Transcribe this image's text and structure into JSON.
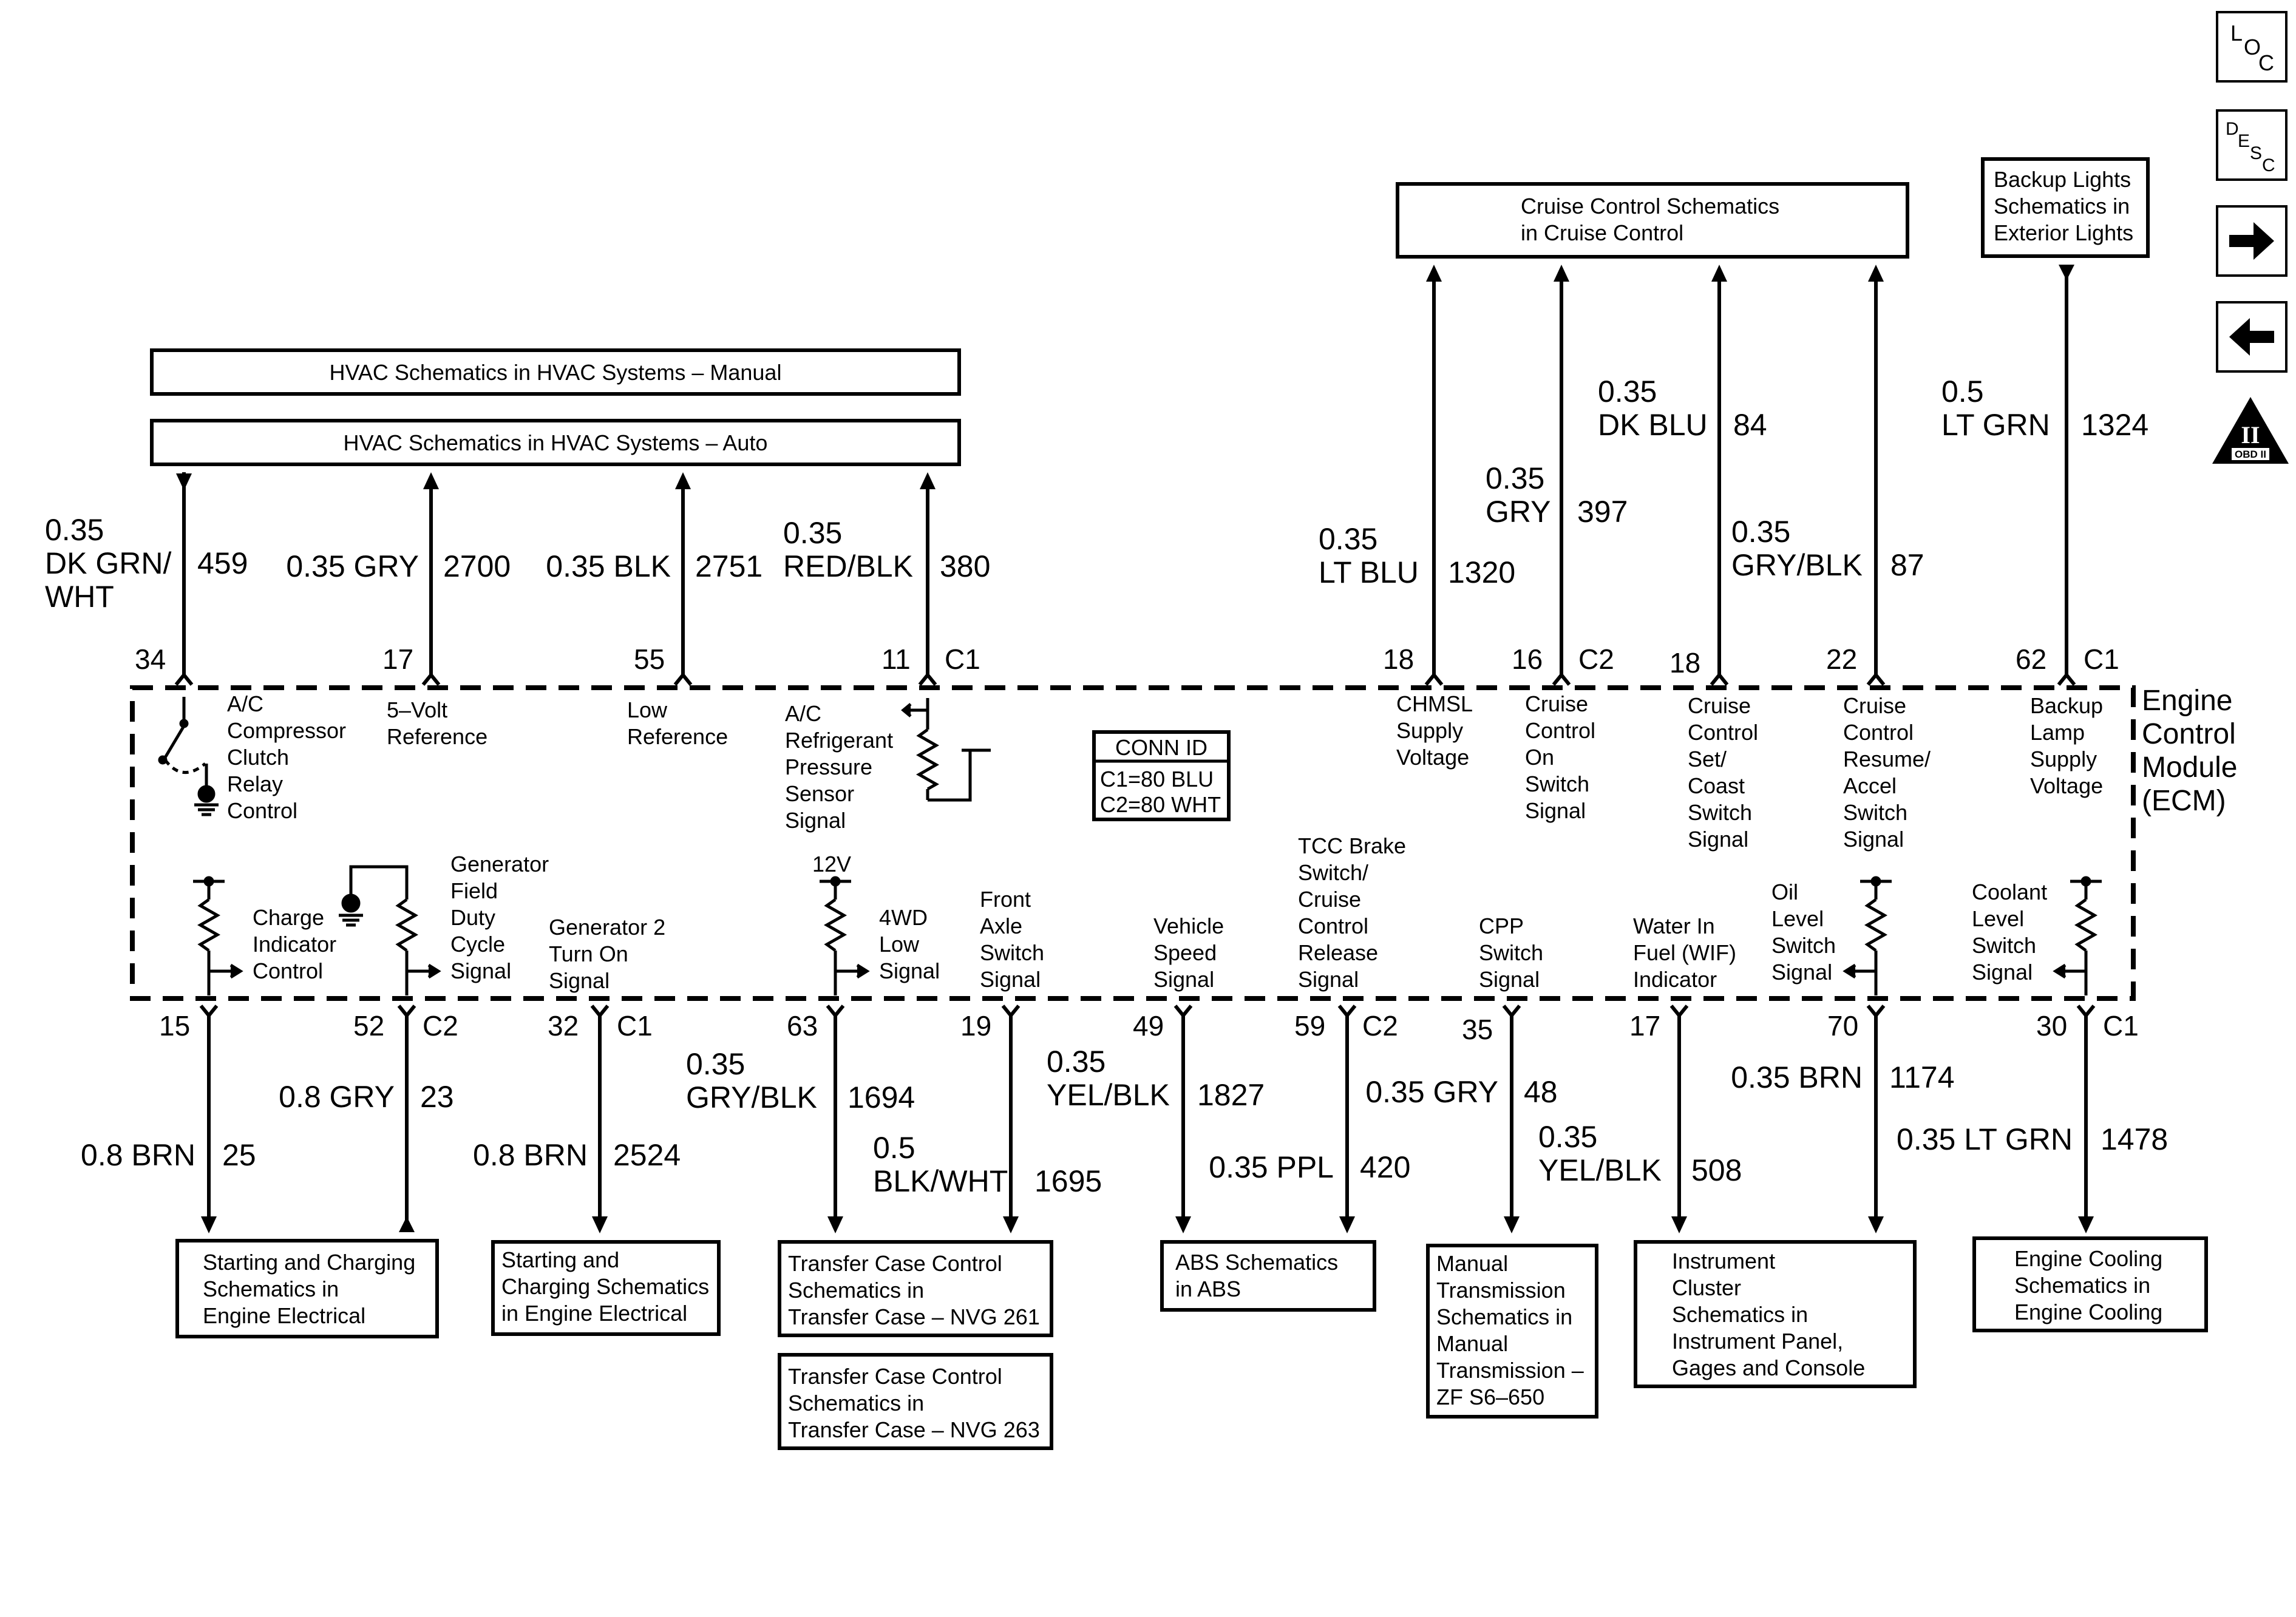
{
  "hvac_manual_box": [
    "HVAC Schematics in HVAC Systems – Manual"
  ],
  "hvac_auto_box": [
    "HVAC Schematics in HVAC Systems – Auto"
  ],
  "cruise_box": [
    "Cruise Control Schematics",
    "in Cruise Control"
  ],
  "backup_box": [
    "Backup Lights",
    "Schematics in",
    "Exterior Lights"
  ],
  "bottom_boxes": [
    [
      "Starting and Charging",
      "Schematics in",
      "Engine Electrical"
    ],
    [
      "Starting and",
      "Charging Schematics",
      "in Engine Electrical"
    ],
    [
      "Transfer Case Control",
      "Schematics in",
      "Transfer Case – NVG 261"
    ],
    [
      "Transfer Case Control",
      "Schematics in",
      "Transfer Case – NVG 263"
    ],
    [
      "ABS Schematics",
      "in ABS"
    ],
    [
      "Manual",
      "Transmission",
      "Schematics in",
      "Manual",
      "Transmission –",
      "ZF S6–650"
    ],
    [
      "Instrument",
      "Cluster",
      "Schematics in",
      "Instrument Panel,",
      "Gages and Console"
    ],
    [
      "Engine Cooling",
      "Schematics in",
      "Engine Cooling"
    ]
  ],
  "ecm_label": [
    "Engine",
    "Control",
    "Module",
    "(ECM)"
  ],
  "conn_id": {
    "title": "CONN ID",
    "lines": [
      "C1=80 BLU",
      "C2=80 WHT"
    ]
  },
  "top_wires": [
    {
      "pin": "34",
      "gauge_color": [
        "0.35",
        "DK GRN/",
        "WHT"
      ],
      "circuit": "459",
      "function": [
        "A/C",
        "Compressor",
        "Clutch",
        "Relay",
        "Control"
      ]
    },
    {
      "pin": "17",
      "gauge_color": [
        "0.35 GRY"
      ],
      "circuit": "2700",
      "function": [
        "5–Volt",
        "Reference"
      ]
    },
    {
      "pin": "55",
      "gauge_color": [
        "0.35 BLK"
      ],
      "circuit": "2751",
      "function": [
        "Low",
        "Reference"
      ]
    },
    {
      "pin": "11",
      "connector": "C1",
      "gauge_color": [
        "0.35",
        "RED/BLK"
      ],
      "circuit": "380",
      "function": [
        "A/C",
        "Refrigerant",
        "Pressure",
        "Sensor",
        "Signal"
      ]
    },
    {
      "pin": "18",
      "gauge_color": [
        "0.35",
        "LT BLU"
      ],
      "circuit": "1320",
      "function": [
        "CHMSL",
        "Supply",
        "Voltage"
      ]
    },
    {
      "pin": "16",
      "connector": "C2",
      "gauge_color": [
        "0.35",
        "GRY"
      ],
      "circuit": "397",
      "function": [
        "Cruise",
        "Control",
        "On",
        "Switch",
        "Signal"
      ]
    },
    {
      "pin": "18",
      "gauge_color": [
        "0.35",
        "DK BLU"
      ],
      "circuit": "84",
      "function": [
        "Cruise",
        "Control",
        "Set/",
        "Coast",
        "Switch",
        "Signal"
      ]
    },
    {
      "pin": "22",
      "gauge_color": [
        "0.35",
        "GRY/BLK"
      ],
      "circuit": "87",
      "function": [
        "Cruise",
        "Control",
        "Resume/",
        "Accel",
        "Switch",
        "Signal"
      ]
    },
    {
      "pin": "62",
      "connector": "C1",
      "gauge_color": [
        "0.5",
        "LT GRN"
      ],
      "circuit": "1324",
      "function": [
        "Backup",
        "Lamp",
        "Supply",
        "Voltage"
      ]
    }
  ],
  "bottom_wires": [
    {
      "pin": "15",
      "gauge_color": [
        "0.8 BRN"
      ],
      "circuit": "25",
      "function": [
        "Charge",
        "Indicator",
        "Control"
      ]
    },
    {
      "pin": "52",
      "connector": "C2",
      "gauge_color": [
        "0.8 GRY"
      ],
      "circuit": "23",
      "function": [
        "Generator",
        "Field",
        "Duty",
        "Cycle",
        "Signal"
      ]
    },
    {
      "pin": "32",
      "connector": "C1",
      "gauge_color": [
        "0.8 BRN"
      ],
      "circuit": "2524",
      "function": [
        "Generator 2",
        "Turn On",
        "Signal"
      ]
    },
    {
      "pin": "63",
      "gauge_color": [
        "0.35",
        "GRY/BLK"
      ],
      "circuit": "1694",
      "function": [
        "4WD",
        "Low",
        "Signal"
      ],
      "supply": "12V"
    },
    {
      "pin": "19",
      "gauge_color": [
        "0.5",
        "BLK/WHT"
      ],
      "circuit": "1695",
      "function": [
        "Front",
        "Axle",
        "Switch",
        "Signal"
      ]
    },
    {
      "pin": "49",
      "gauge_color": [
        "0.35",
        "YEL/BLK"
      ],
      "circuit": "1827",
      "function": [
        "Vehicle",
        "Speed",
        "Signal"
      ]
    },
    {
      "pin": "59",
      "connector": "C2",
      "gauge_color": [
        "0.35 PPL"
      ],
      "circuit": "420",
      "function": [
        "TCC Brake",
        "Switch/",
        "Cruise",
        "Control",
        "Release",
        "Signal"
      ]
    },
    {
      "pin": "35",
      "gauge_color": [
        "0.35 GRY"
      ],
      "circuit": "48",
      "function": [
        "CPP",
        "Switch",
        "Signal"
      ]
    },
    {
      "pin": "17",
      "gauge_color": [
        "0.35",
        "YEL/BLK"
      ],
      "circuit": "508",
      "function": [
        "Water In",
        "Fuel (WIF)",
        "Indicator"
      ]
    },
    {
      "pin": "70",
      "gauge_color": [
        "0.35 BRN"
      ],
      "circuit": "1174",
      "function": [
        "Oil",
        "Level",
        "Switch",
        "Signal"
      ]
    },
    {
      "pin": "30",
      "connector": "C1",
      "gauge_color": [
        "0.35 LT GRN"
      ],
      "circuit": "1478",
      "function": [
        "Coolant",
        "Level",
        "Switch",
        "Signal"
      ]
    }
  ],
  "nav": {
    "loc": [
      "L",
      "O",
      "C"
    ],
    "desc": [
      "D",
      "E",
      "S",
      "C"
    ],
    "obd": [
      "II",
      "OBD II"
    ],
    "icons": [
      "right-arrow-icon",
      "left-arrow-icon"
    ]
  }
}
